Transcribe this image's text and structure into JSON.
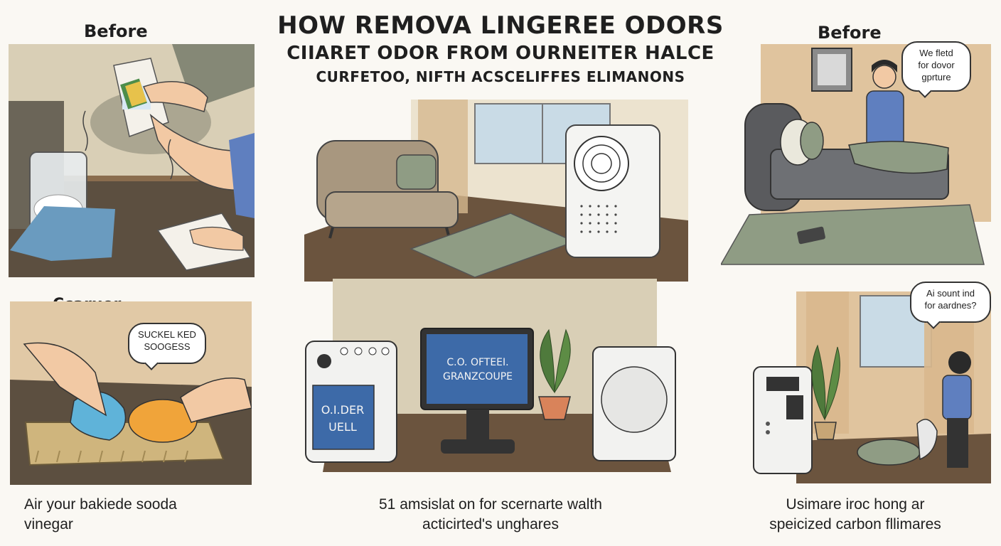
{
  "title": {
    "line1": "HOW REMOVA LINGEREE ODORS",
    "line2": "CIIARET   ODOR FROM OURNEITER HALCE",
    "line3": "CURFETOO, NIFTH ACSCELIFFES ELIMANONS"
  },
  "panels": {
    "top_left": {
      "label": "Before"
    },
    "top_right": {
      "label": "Before",
      "bubble": [
        "We fletd",
        "for dovor",
        "gprture"
      ]
    },
    "bottom_left": {
      "label": "Ccaruer",
      "bubble": [
        "SUCKEL KED",
        "SOOGESS"
      ]
    },
    "bottom_center": {
      "screen_text": [
        "C.O. OFTEEI.",
        "GRANZCOUPE"
      ],
      "box_text": [
        "O.I.DER",
        "UELL"
      ]
    },
    "bottom_right": {
      "bubble": [
        "Ai sount ind",
        "for aardnes?"
      ]
    }
  },
  "captions": {
    "left": [
      "Air your bakiede sooda",
      "vinegar"
    ],
    "center": [
      "51 amsislat on for scernarte walth",
      "acticirted's unghares"
    ],
    "right": [
      "Usimare iroc hong ar",
      "speicized carbon fllimares"
    ]
  },
  "colors": {
    "wall": "#d9cfb6",
    "floor": "#5c4f40",
    "rug": "#8f9c84",
    "blue_shirt": "#5f7fbf",
    "accent_blue": "#3d6aa8",
    "sofa": "#a8977f"
  },
  "icons": [
    "odor-icon",
    "air-purifier-icon",
    "plant-icon",
    "monitor-icon"
  ]
}
